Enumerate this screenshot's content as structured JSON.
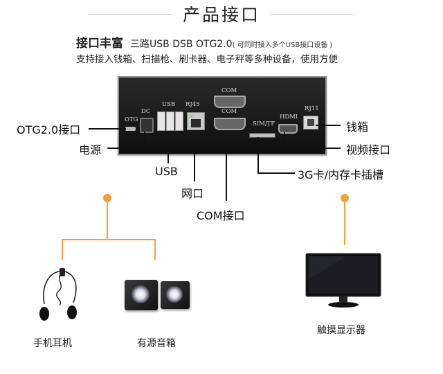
{
  "title": "产品接口",
  "intro": {
    "heading": "接口丰富",
    "ports": "三路USB DSB OTG2.0",
    "note": "( 可同时接入多个USB接口设备 )",
    "line2": "支持接入钱箱、扫描枪、刷卡器、电子秤等多种设备，使用方便"
  },
  "panel": {
    "otg": "OTG",
    "dc": "DC",
    "usb": "USB",
    "rj45": "RJ45",
    "com_top": "COM",
    "com_bottom": "COM",
    "sim": "SIM/TF",
    "hdmi": "HDMI",
    "rj11": "RJ11"
  },
  "callouts": {
    "otg": "OTG2.0接口",
    "power": "电源",
    "usb": "USB",
    "lan": "网口",
    "com": "COM接口",
    "cashbox": "钱箱",
    "video": "视频接口",
    "card": "3G卡/内存卡插槽"
  },
  "peripherals": {
    "earphone": "手机耳机",
    "speaker": "有源音箱",
    "monitor": "触摸显示器"
  },
  "colors": {
    "accent": "#f0a33c",
    "panel": "#1a1a1a"
  }
}
